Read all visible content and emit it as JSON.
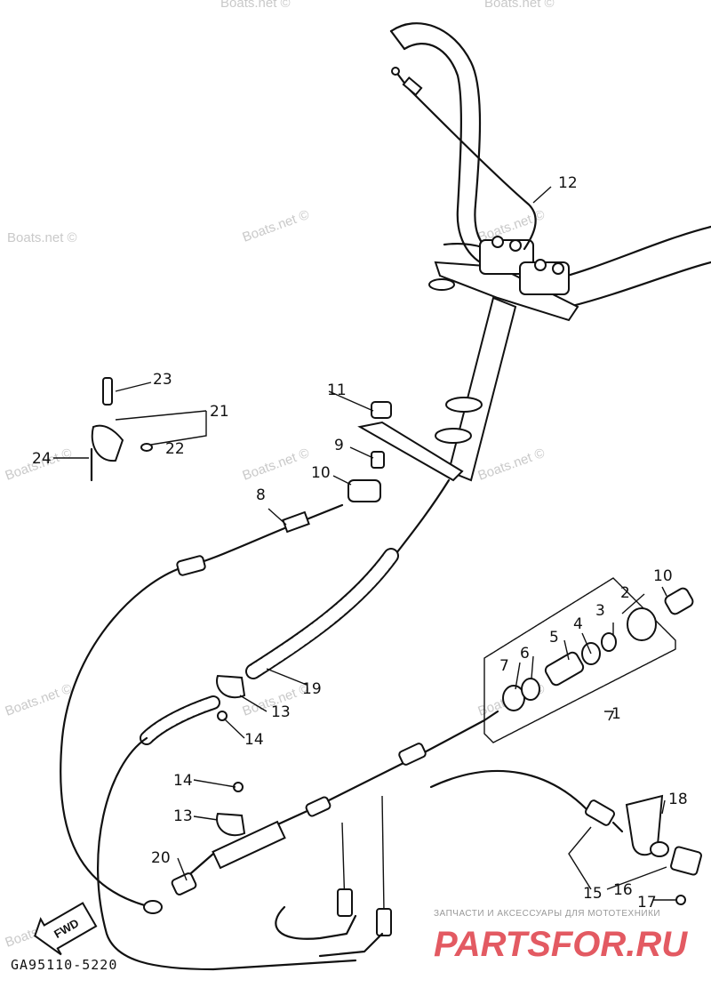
{
  "diagram": {
    "code": "GA95110-5220",
    "fwd_label": "FWD",
    "watermark": "Boats.net ©",
    "brand": {
      "tagline": "ЗАПЧАСТИ И АКСЕССУАРЫ ДЛЯ МОТОТЕХНИКИ",
      "name": "PARTSFOR.RU"
    },
    "callouts": {
      "c1": "1",
      "c2": "2",
      "c3": "3",
      "c4": "4",
      "c5": "5",
      "c6": "6",
      "c7": "7",
      "c8": "8",
      "c9": "9",
      "c10a": "10",
      "c10b": "10",
      "c11": "11",
      "c12": "12",
      "c13a": "13",
      "c13b": "13",
      "c14a": "14",
      "c14b": "14",
      "c15": "15",
      "c16": "16",
      "c17": "17",
      "c18": "18",
      "c19": "19",
      "c20": "20",
      "c21": "21",
      "c22": "22",
      "c23": "23",
      "c24": "24"
    }
  }
}
